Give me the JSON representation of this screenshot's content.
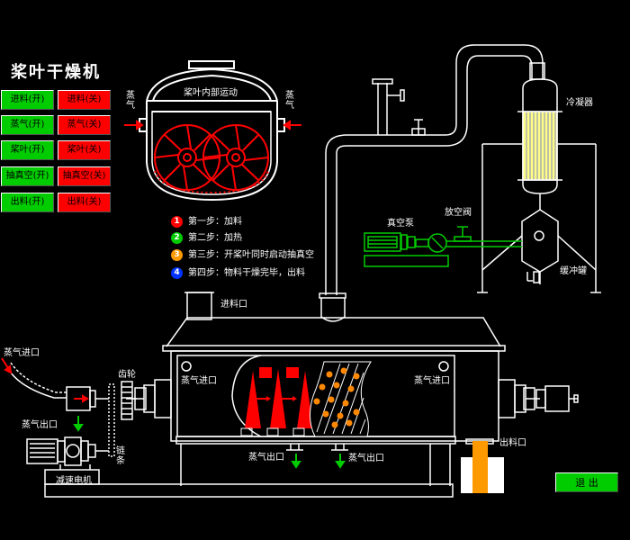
{
  "title": "桨叶干燥机",
  "controls": [
    {
      "on": "进料(开)",
      "off": "进料(关)"
    },
    {
      "on": "蒸气(开)",
      "off": "蒸气(关)"
    },
    {
      "on": "桨叶(开)",
      "off": "桨叶(关)"
    },
    {
      "on": "抽真空(开)",
      "off": "抽真空(关)"
    },
    {
      "on": "出料(开)",
      "off": "出料(关)"
    }
  ],
  "cross_section": {
    "caption": "桨叶内部运动",
    "steam_left": "蒸气",
    "steam_right": "蒸气"
  },
  "steps": [
    {
      "num": "1",
      "text": "第一步：加料",
      "color": "#ff0000"
    },
    {
      "num": "2",
      "text": "第二步：加热",
      "color": "#00cc00"
    },
    {
      "num": "3",
      "text": "第三步：开桨叶同时启动抽真空",
      "color": "#ff9900"
    },
    {
      "num": "4",
      "text": "第四步：物料干燥完毕，出料",
      "color": "#0033ff"
    }
  ],
  "labels": {
    "condenser": "冷凝器",
    "vacuum_valve": "放空阀",
    "vacuum_pump": "真空泵",
    "buffer_tank": "缓冲罐",
    "feed_inlet": "进料口",
    "steam_inlet_left": "蒸气进口",
    "steam_outlet_left": "蒸气出口",
    "gear": "齿轮",
    "chain": "链条",
    "motor": "减速电机",
    "steam_inlet_a": "蒸气进口",
    "steam_inlet_b": "蒸气进口",
    "steam_outlet_a": "蒸气出口",
    "steam_outlet_b": "蒸气出口",
    "discharge": "出料口"
  },
  "exit_label": "退 出",
  "colors": {
    "on": "#00cc00",
    "off": "#ff0000",
    "paddle": "#ff0000",
    "material": "#ff8800",
    "condenser_tubes": "#ffff88"
  }
}
